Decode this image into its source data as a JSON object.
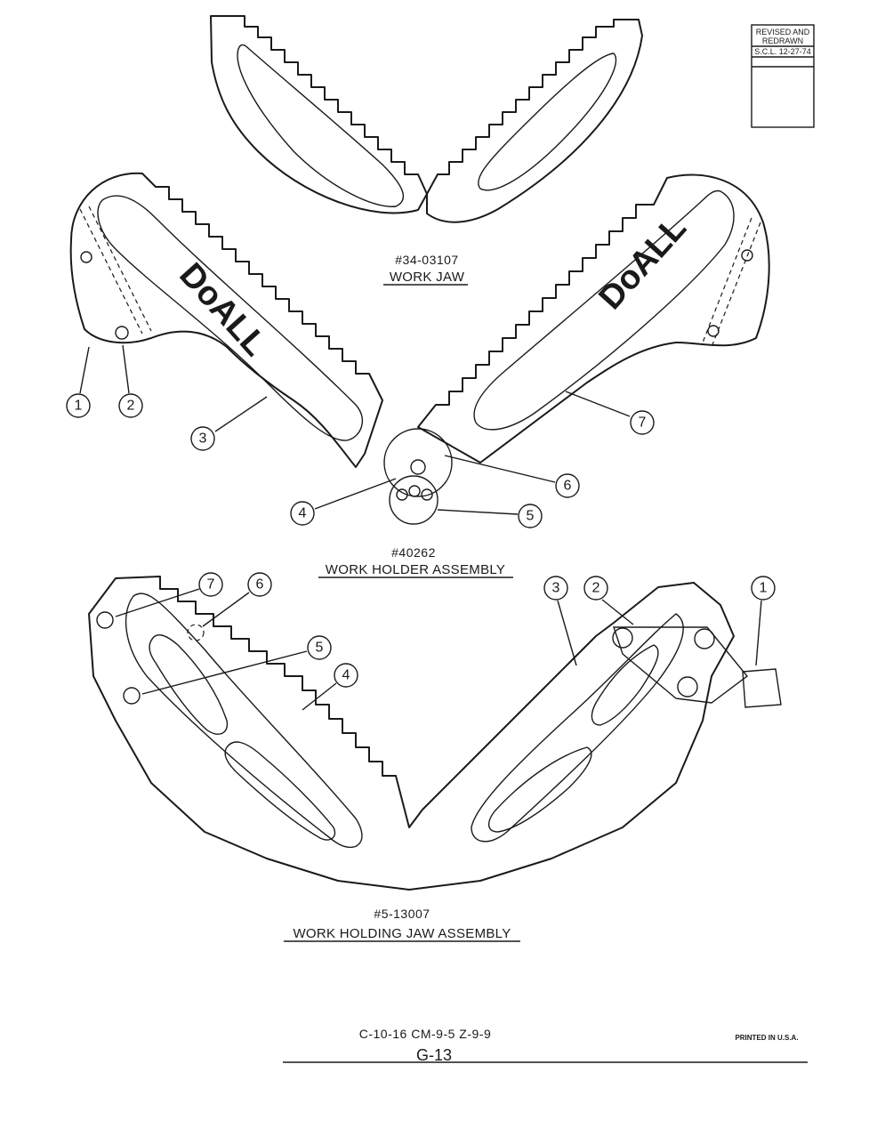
{
  "revision_box": {
    "line1": "REVISED AND",
    "line2": "REDRAWN",
    "line3": "S.C.L. 12-27-74"
  },
  "work_jaw": {
    "part_number": "#34-03107",
    "caption": "WORK JAW"
  },
  "work_holder": {
    "brand_left": "DoALL",
    "brand_right": "DoALL",
    "part_number": "#40262",
    "caption": "WORK HOLDER ASSEMBLY",
    "callouts": [
      "1",
      "2",
      "3",
      "4",
      "5",
      "6",
      "7"
    ]
  },
  "work_holding_jaw": {
    "part_number": "#5-13007",
    "caption": "WORK HOLDING JAW ASSEMBLY",
    "callouts_left": [
      "7",
      "6",
      "5",
      "4"
    ],
    "callouts_right": [
      "3",
      "2",
      "1"
    ]
  },
  "footer": {
    "codes": "C-10-16 CM-9-5 Z-9-9",
    "page": "G-13",
    "printed": "PRINTED IN U.S.A."
  }
}
